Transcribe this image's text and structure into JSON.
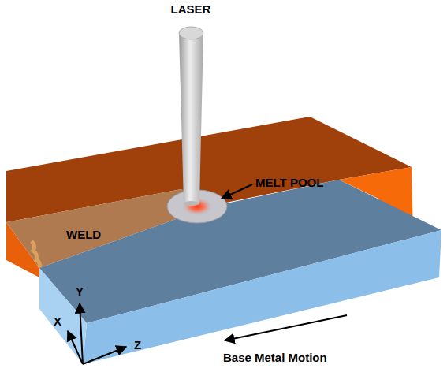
{
  "diagram": {
    "labels": [
      "LASER",
      "MELT POOL",
      "WELD",
      "Y",
      "X",
      "Z",
      "Base Metal Motion"
    ]
  }
}
